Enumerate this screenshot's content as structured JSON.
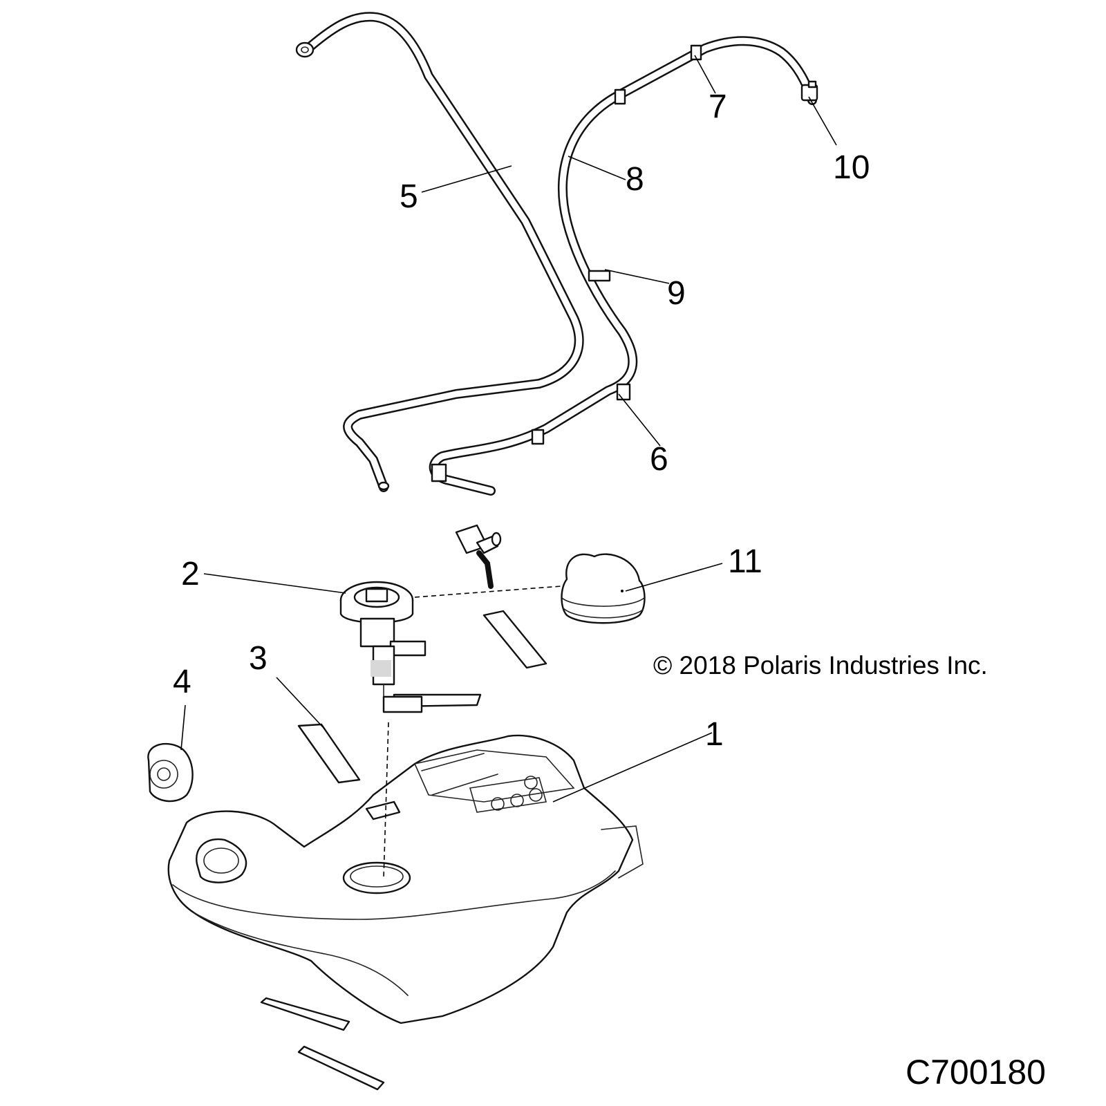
{
  "callouts": [
    "1",
    "2",
    "3",
    "4",
    "5",
    "6",
    "7",
    "8",
    "9",
    "10",
    "11"
  ],
  "copyright": "© 2018 Polaris Industries Inc.",
  "drawing_code": "C700180",
  "parts": [
    {
      "callout": "1",
      "icon": "fuel-tank-icon"
    },
    {
      "callout": "2",
      "icon": "fuel-pump-icon"
    },
    {
      "callout": "3",
      "icon": "pad-strip-icon"
    },
    {
      "callout": "4",
      "icon": "fuel-cap-icon"
    },
    {
      "callout": "5",
      "icon": "hose-icon"
    },
    {
      "callout": "6",
      "icon": "clip-icon"
    },
    {
      "callout": "7",
      "icon": "clip-icon"
    },
    {
      "callout": "8",
      "icon": "hose-icon"
    },
    {
      "callout": "9",
      "icon": "clip-icon"
    },
    {
      "callout": "10",
      "icon": "connector-icon"
    },
    {
      "callout": "11",
      "icon": "cover-icon"
    }
  ]
}
